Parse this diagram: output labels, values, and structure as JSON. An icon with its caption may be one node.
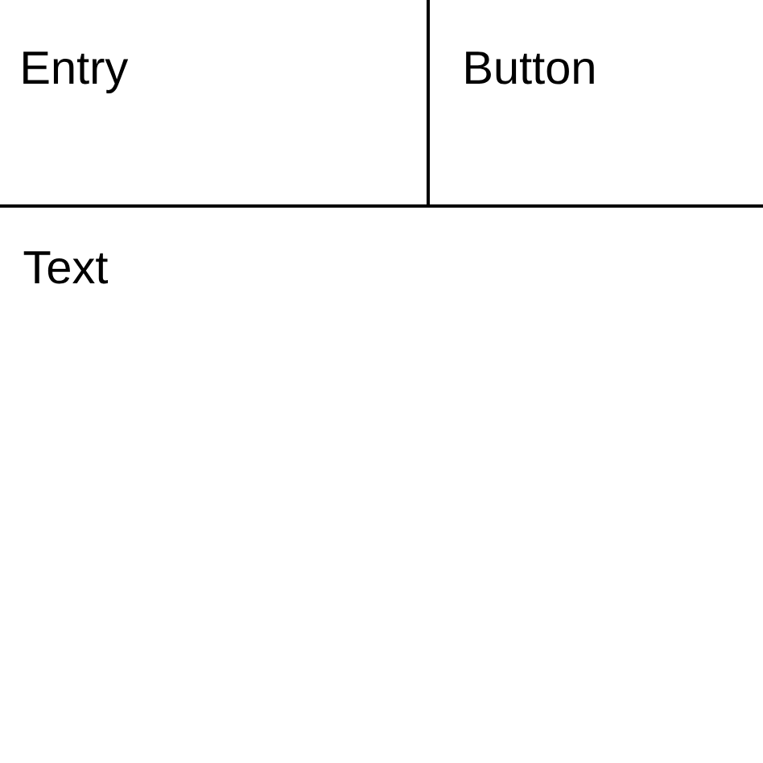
{
  "diagram": {
    "labels": [
      "Entry",
      "Button",
      "Text"
    ]
  }
}
